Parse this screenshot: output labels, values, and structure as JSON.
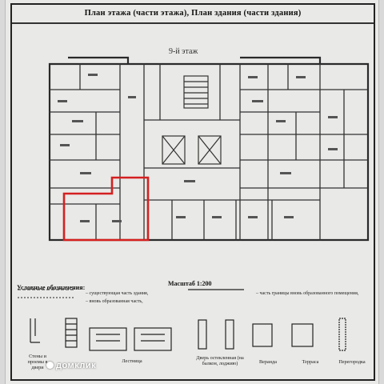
{
  "document": {
    "title": "План этажа (части этажа), План здания (части здания)",
    "floor_label": "9-й этаж",
    "scale": "Масштаб 1:200",
    "legend": {
      "heading": "Условные обозначения:",
      "existing_part": "– существующая часть здания,",
      "newly_formed": "– вновь образованная часть,",
      "border_note": "– часть границы вновь образованного помещения,"
    },
    "symbols": {
      "walls": "Стены и проемы в двери",
      "stairs": "Лестница",
      "door": "Дверь остекленная (на балкон, лоджию)",
      "veranda": "Веранда",
      "terrace": "Терраса",
      "partition": "Перегородка"
    },
    "watermark": "домклик",
    "colors": {
      "highlight": "#d42020",
      "ink": "#222222",
      "paper": "#e9e9e7"
    }
  }
}
